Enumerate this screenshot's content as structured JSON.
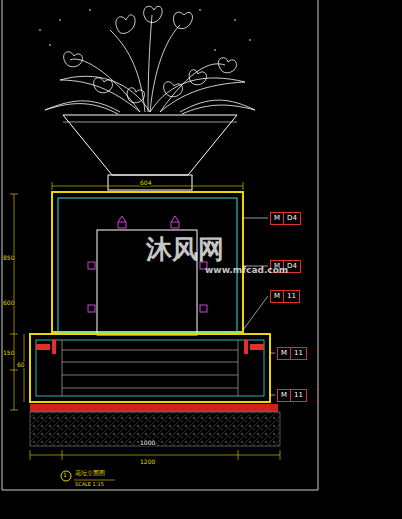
{
  "diagram": {
    "nodes": [
      {
        "text": [
          "M",
          "D4"
        ]
      },
      {
        "text": [
          "M",
          "D4"
        ]
      },
      {
        "text": [
          "M",
          "11"
        ]
      },
      {
        "text": [
          "M",
          "11"
        ]
      },
      {
        "text": [
          "M",
          "11"
        ]
      }
    ],
    "labels": [
      "604",
      "850",
      "600",
      "150",
      "60",
      "1200",
      "1000",
      "沐风网",
      "www.mfcad.com",
      "花坛立面图",
      "SCALE 1:15",
      "1"
    ]
  }
}
